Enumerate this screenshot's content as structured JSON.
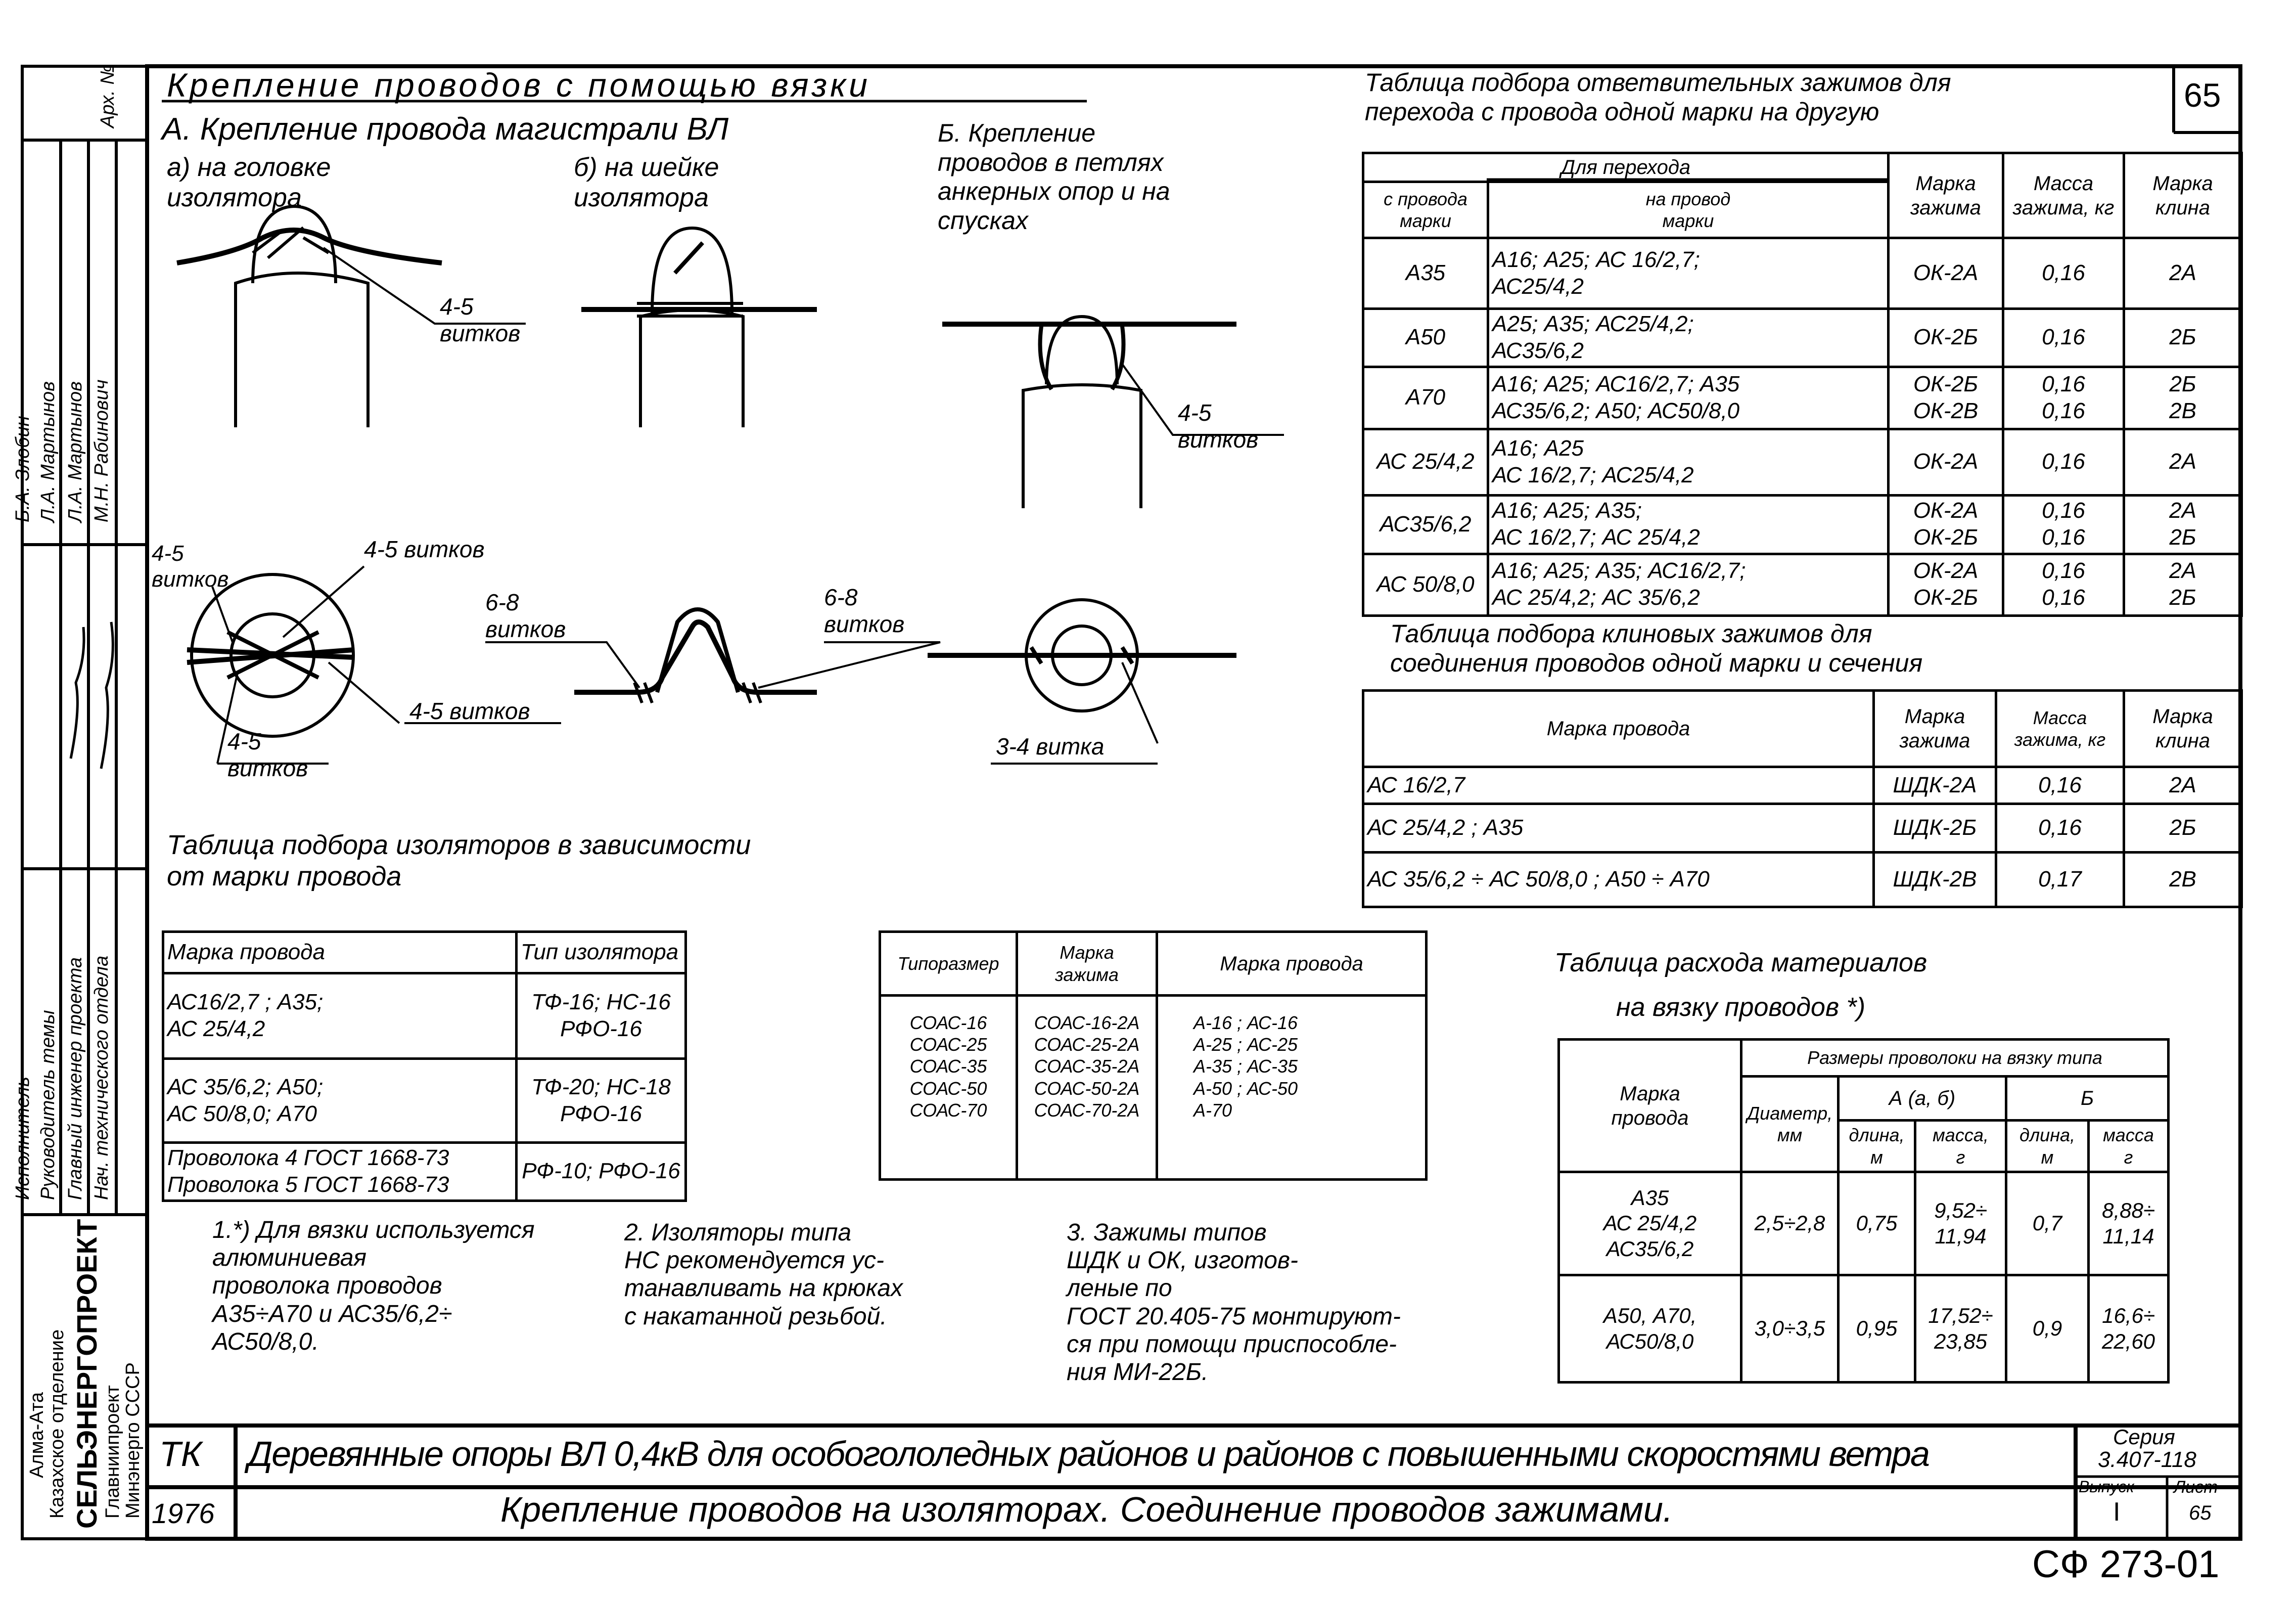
{
  "title": "Крепление проводов с помощью вязки",
  "drawings": {
    "section_a": "А. Крепление провода магистрали ВЛ",
    "sub_a": "а) на головке\n изолятора",
    "sub_b": "б) на шейке\nизолятора",
    "section_b": "Б. Крепление\nпроводов в петлях\nанкерных опор и на\nспусках",
    "labels": [
      "4-5\nвитков",
      "4-5\nвитков",
      "4-5\nвитков",
      "4-5 витков",
      "6-8\nвитков",
      "6-8\nвитков",
      "4-5 витков",
      "4-5\nвитков",
      "3-4 витка"
    ]
  },
  "page_number": "65",
  "branch_table": {
    "title": "Таблица подбора ответвительных зажимов для\nперехода с провода одной марки на другую",
    "headers": {
      "transition": "Для перехода",
      "from": "с провода\nмарки",
      "to": "на провод\nмарки",
      "clamp": "Марка\nзажима",
      "mass": "Масса\nзажима, кг",
      "wedge": "Марка\nклина"
    },
    "rows": [
      [
        "А35",
        "А16; А25; АС 16/2,7;\nАС25/4,2",
        "ОК-2А",
        "0,16",
        "2А"
      ],
      [
        "А50",
        "А25; А35; АС25/4,2;\nАС35/6,2",
        "ОК-2Б",
        "0,16",
        "2Б"
      ],
      [
        "А70",
        "А16; А25; АС16/2,7; А35\nАС35/6,2; А50; АС50/8,0",
        "ОК-2Б\nОК-2В",
        "0,16\n0,16",
        "2Б\n2В"
      ],
      [
        "АС 25/4,2",
        "А16; А25\nАС 16/2,7; АС25/4,2",
        "ОК-2А",
        "0,16",
        "2А"
      ],
      [
        "АС35/6,2",
        "А16; А25; А35;\nАС 16/2,7; АС 25/4,2",
        "ОК-2А\nОК-2Б",
        "0,16\n0,16",
        "2А\n2Б"
      ],
      [
        "АС 50/8,0",
        "А16; А25; А35; АС16/2,7;\nАС 25/4,2; АС 35/6,2",
        "ОК-2А\nОК-2Б",
        "0,16\n0,16",
        "2А\n2Б"
      ]
    ]
  },
  "wedge_table": {
    "title": "Таблица подбора клиновых зажимов для\nсоединения проводов одной марки и сечения",
    "headers": {
      "wire": "Марка провода",
      "clamp": "Марка\nзажима",
      "mass": "Масса\nзажима, кг",
      "wedge": "Марка\nклина"
    },
    "rows": [
      [
        "АС 16/2,7",
        "ШДК-2А",
        "0,16",
        "2А"
      ],
      [
        "АС 25/4,2 ; А35",
        "ШДК-2Б",
        "0,16",
        "2Б"
      ],
      [
        "АС 35/6,2 ÷ АС 50/8,0 ; А50 ÷ А70",
        "ШДК-2В",
        "0,17",
        "2В"
      ]
    ]
  },
  "insulator_table": {
    "title": "Таблица подбора изоляторов в зависимости\nот марки провода",
    "headers": {
      "wire": "Марка провода",
      "type": "Тип изолятора"
    },
    "rows": [
      [
        "АС16/2,7 ; А35;\n АС 25/4,2",
        "ТФ-16; НС-16\nРФО-16"
      ],
      [
        "АС 35/6,2; А50;\nАС 50/8,0; А70",
        "ТФ-20; НС-18\nРФО-16"
      ],
      [
        "Проволока 4 ГОСТ 1668-73\nПроволока 5 ГОСТ 1668-73",
        "РФ-10; РФО-16"
      ]
    ]
  },
  "clamp_table": {
    "headers": {
      "size": "Типоразмер",
      "clamp": "Марка\nзажима",
      "wire": "Марка провода"
    },
    "sizes": "СОАС-16\nСОАС-25\nСОАС-35\nСОАС-50\nСОАС-70",
    "clamps": "СОАС-16-2А\nСОАС-25-2А\nСОАС-35-2А\nСОАС-50-2А\nСОАС-70-2А",
    "wires": "А-16 ; АС-16\nА-25 ; АС-25\nА-35 ; АС-35\nА-50 ; АС-50\nА-70"
  },
  "material_table": {
    "title": "Таблица расхода материалов\nна вязку проводов *)",
    "headers": {
      "wire": "Марка\nпровода",
      "sizes": "Размеры проволоки на вязку типа",
      "diameter": "Диаметр,\nмм",
      "type_a": "А (а, б)",
      "type_b": "Б",
      "length_a": "длина,\nм",
      "mass_a": "масса,\nг",
      "length_b": "длина,\nм",
      "mass_b": "масса\nг"
    },
    "rows": [
      [
        "А35\nАС 25/4,2\nАС35/6,2",
        "2,5÷2,8",
        "0,75",
        "9,52÷\n11,94",
        "0,7",
        "8,88÷\n11,14"
      ],
      [
        "А50, А70,\nАС50/8,0",
        "3,0÷3,5",
        "0,95",
        "17,52÷\n23,85",
        "0,9",
        "16,6÷\n22,60"
      ]
    ]
  },
  "notes": [
    "1.*) Для вязки используется алюминиевая\nпроволока проводов\nА35÷А70 и АС35/6,2÷\nАС50/8,0.",
    "2. Изоляторы типа\nНС рекомендуется ус-\nтанавливать на крюках\nс накатанной резьбой.",
    "3. Зажимы типов\nШДК и ОК, изготов-\nленые по\nГОСТ 20.405-75 монтируют-\nся при помощи приспособле-\nния МИ-22Б."
  ],
  "title_block": {
    "code": "ТК",
    "year": "1976",
    "main_title": "Деревянные опоры ВЛ 0,4кВ для особогололедных районов и районов с повышенными скоростями ветра",
    "sheet_title": "Крепление проводов на изоляторах. Соединение проводов зажимами.",
    "series_label": "Серия",
    "series": "3.407-118",
    "issue_label": "Выпуск",
    "issue": "I",
    "sheet_label": "Лист",
    "sheet": "65"
  },
  "doc_code": "СФ 273-01",
  "sidebar": {
    "archive": "Арх. №",
    "roles": [
      "Нач. технического отдела",
      "Главный инженер проекта",
      "Руководитель темы",
      "Исполнитель"
    ],
    "names": [
      "М.Н. Рабинович",
      "Л.А. Мартынов",
      "Л.А. Мартынов",
      "Б.А. Злобин"
    ],
    "org": [
      "Минэнерго СССР",
      "Главниипроект",
      "СЕЛЬЭНЕРГОПРОЕКТ",
      "Казахское отделение",
      "Алма-Ата"
    ]
  }
}
